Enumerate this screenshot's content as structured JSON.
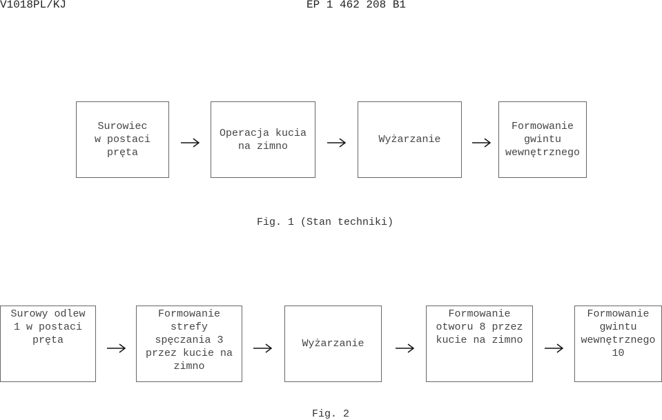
{
  "header": {
    "left": "V1018PL/KJ",
    "center": "EP 1 462 208 B1"
  },
  "fig1": {
    "caption": "Fig. 1 (Stan techniki)",
    "steps": [
      "Surowiec\nw postaci\npręta",
      "Operacja kucia\nna zimno",
      "Wyżarzanie",
      "Formowanie\ngwintu\nwewnętrznego"
    ]
  },
  "fig2": {
    "caption": "Fig. 2",
    "steps": [
      "Surowy odlew\n1 w postaci\npręta",
      "Formowanie\nstrefy\nspęczania 3\nprzez kucie na\nzimno",
      "Wyżarzanie",
      "Formowanie\notworu 8 przez\nkucie na zimno",
      "Formowanie\ngwintu\nwewnętrznego\n10"
    ]
  }
}
